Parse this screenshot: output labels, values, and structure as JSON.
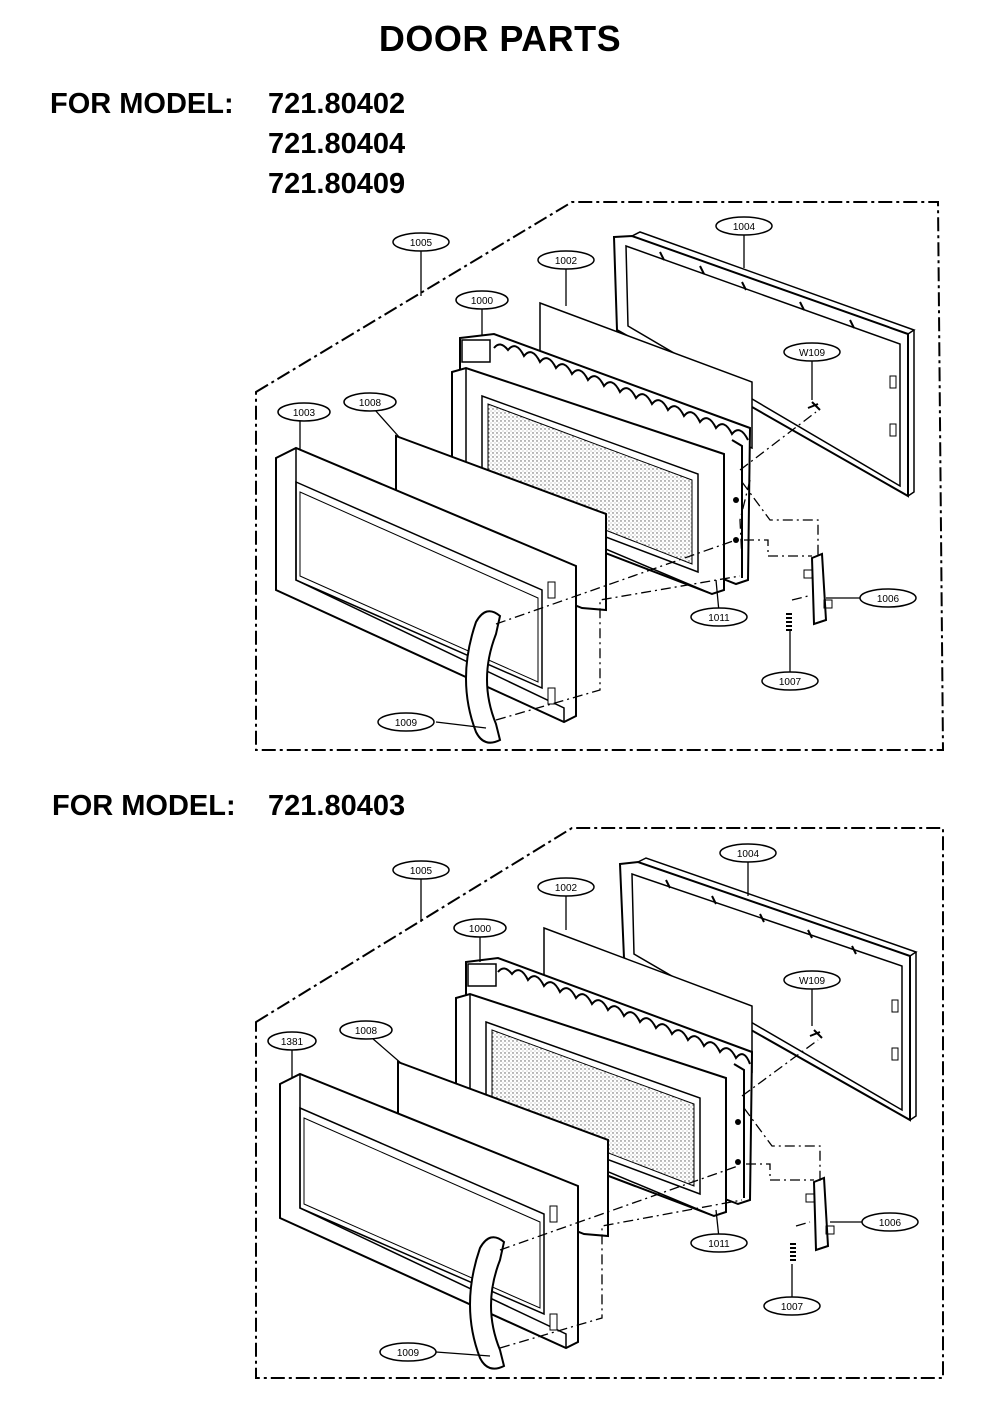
{
  "title": "DOOR PARTS",
  "section1": {
    "label": "FOR MODEL:",
    "models": [
      "721.80402",
      "721.80404",
      "721.80409"
    ],
    "callouts": [
      "1005",
      "1002",
      "1004",
      "1000",
      "W109",
      "1003",
      "1008",
      "1011",
      "1006",
      "1007",
      "1009"
    ]
  },
  "section2": {
    "label": "FOR MODEL:",
    "models": [
      "721.80403"
    ],
    "callouts": [
      "1005",
      "1004",
      "1002",
      "1000",
      "W109",
      "1381",
      "1008",
      "1011",
      "1006",
      "1007",
      "1009"
    ]
  }
}
